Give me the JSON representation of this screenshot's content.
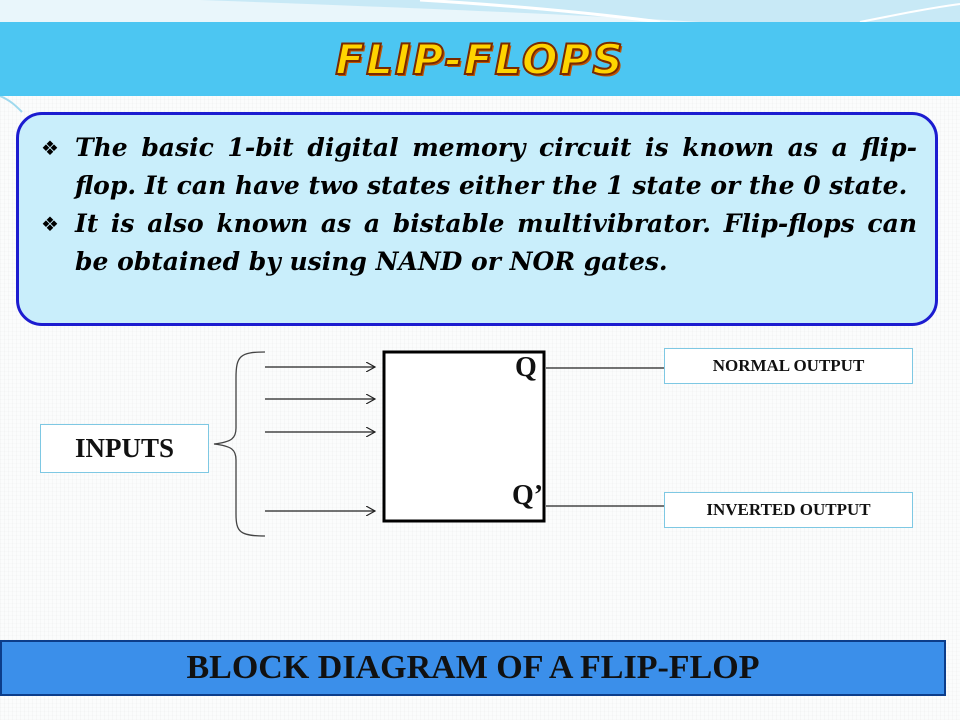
{
  "slide": {
    "title": "FLIP-FLOPS",
    "bullet_marker_icon": "diamond-four-petal-icon",
    "bullets": [
      "The basic 1-bit digital memory circuit is known as a flip-flop. It can have two states either the 1 state or the 0 state.",
      "It is also known as a bistable multivibrator. Flip-flops can be obtained by using NAND or NOR gates."
    ],
    "diagram": {
      "inputs_label": "INPUTS",
      "q_label": "Q",
      "qbar_label": "Q’",
      "normal_output_label": "NORMAL OUTPUT",
      "inverted_output_label": "INVERTED OUTPUT"
    },
    "caption": "BLOCK DIAGRAM OF A FLIP-FLOP",
    "colors": {
      "title_bar": "#4cc6f2",
      "title_text": "#ffd400",
      "content_box_fill": "#c9eefb",
      "content_box_border": "#1c1cd0",
      "caption_bar": "#3b8fea"
    }
  }
}
